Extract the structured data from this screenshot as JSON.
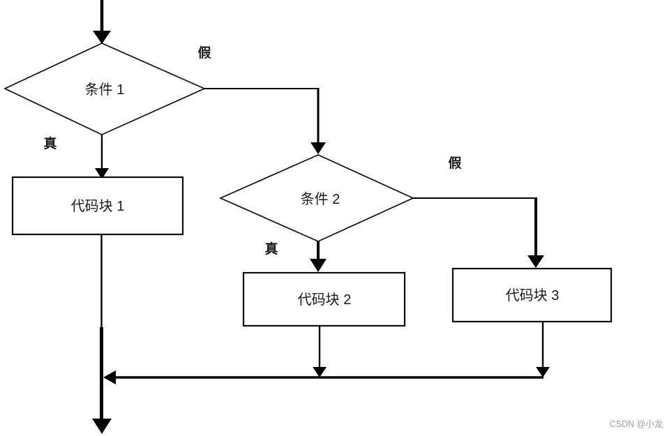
{
  "flowchart": {
    "decisions": {
      "condition1": {
        "label": "条件 1"
      },
      "condition2": {
        "label": "条件 2"
      }
    },
    "processes": {
      "block1": {
        "label": "代码块 1"
      },
      "block2": {
        "label": "代码块 2"
      },
      "block3": {
        "label": "代码块 3"
      }
    },
    "branch_labels": {
      "condition1_true": "真",
      "condition1_false": "假",
      "condition2_true": "真",
      "condition2_false": "假"
    },
    "colors": {
      "line": "#000000",
      "text": "#1a1a1a",
      "background": "#ffffff",
      "watermark": "#9e9e9e"
    }
  },
  "watermark": {
    "text": "CSDN @小龙"
  }
}
